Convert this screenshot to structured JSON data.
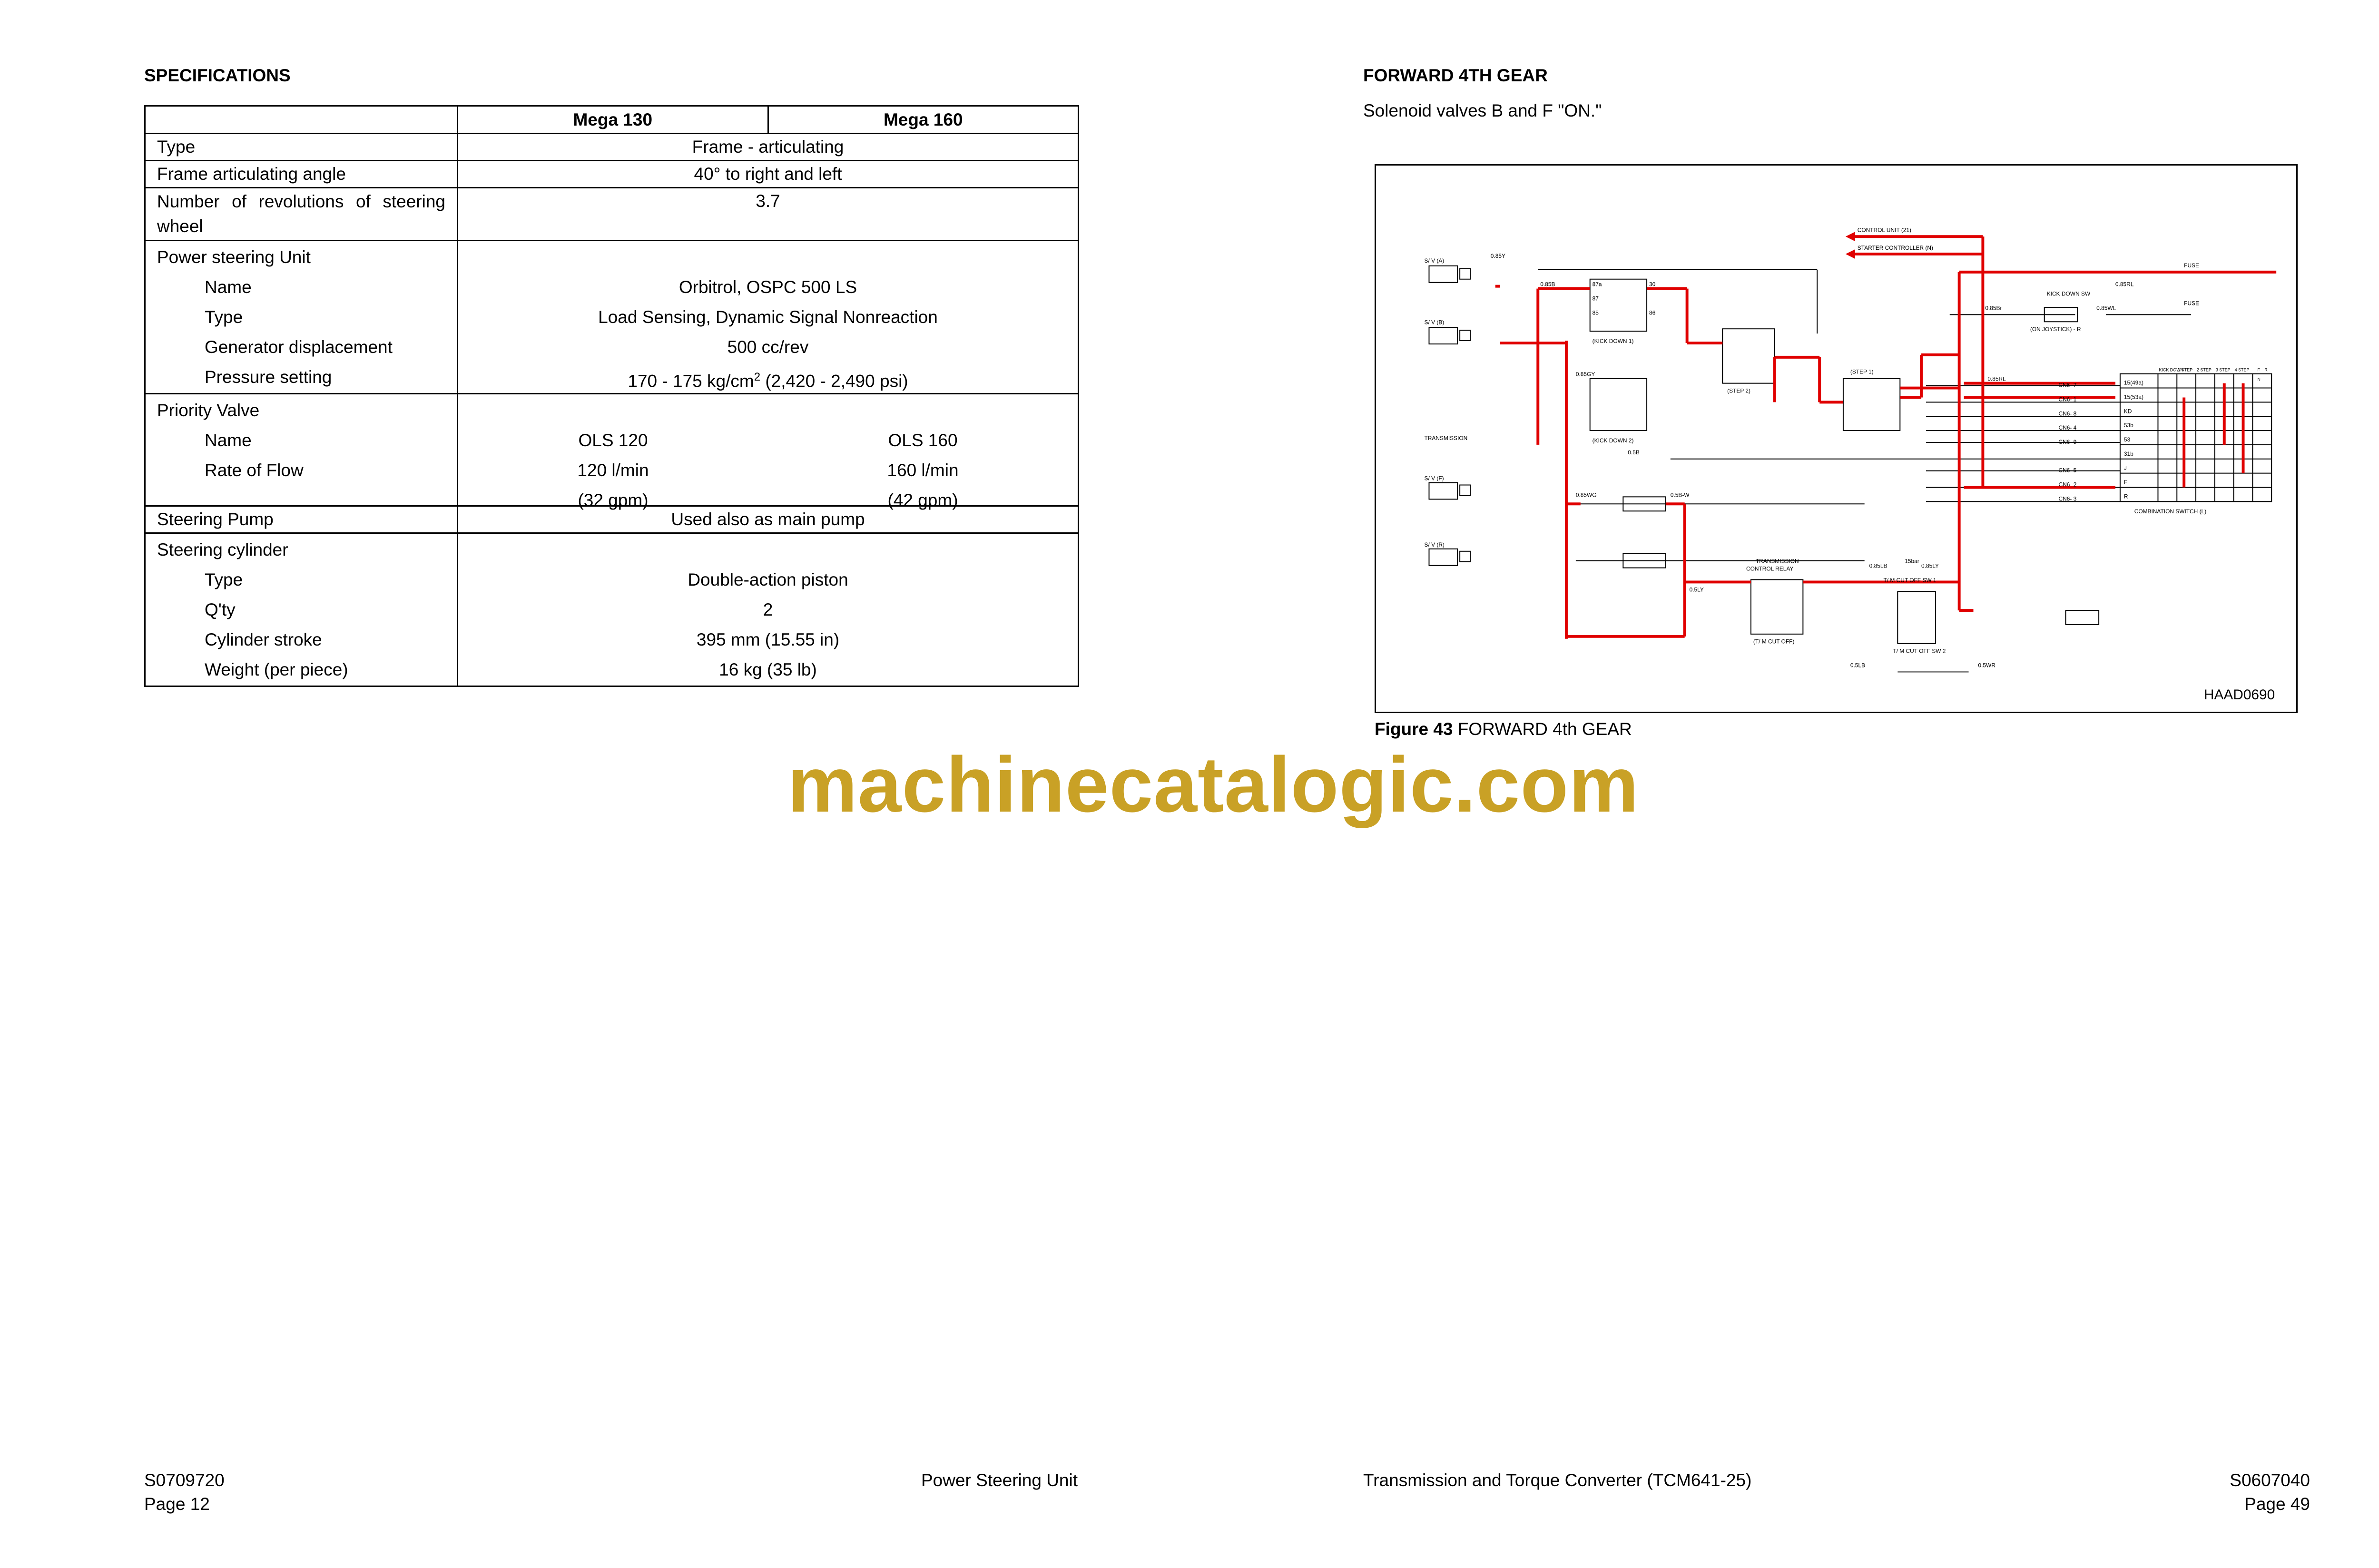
{
  "left_page": {
    "heading": "SPECIFICATIONS",
    "table": {
      "col1": "Mega 130",
      "col2": "Mega 160",
      "rows": {
        "type_label": "Type",
        "type_value": "Frame - articulating",
        "angle_label": "Frame articulating angle",
        "angle_value": "40° to right and left",
        "revs_label": "Number of revolutions of steering wheel",
        "revs_value": "3.7",
        "psu_label": "Power steering Unit",
        "psu_name_label": "Name",
        "psu_name_value": "Orbitrol, OSPC 500 LS",
        "psu_type_label": "Type",
        "psu_type_value": "Load Sensing, Dynamic Signal Nonreaction",
        "psu_disp_label": "Generator displacement",
        "psu_disp_value": "500 cc/rev",
        "psu_press_label": "Pressure setting",
        "psu_press_value_a": "170 - 175 kg/cm",
        "psu_press_sup": "2",
        "psu_press_value_b": " (2,420 - 2,490 psi)",
        "pv_label": "Priority Valve",
        "pv_name_label": "Name",
        "pv_name_130": "OLS 120",
        "pv_name_160": "OLS 160",
        "pv_flow_label": "Rate of Flow",
        "pv_flow_130": "120 l/min",
        "pv_flow_130b": "(32 gpm)",
        "pv_flow_160": "160 l/min",
        "pv_flow_160b": "(42 gpm)",
        "pump_label": "Steering Pump",
        "pump_value": "Used also as main pump",
        "cyl_label": "Steering cylinder",
        "cyl_type_label": "Type",
        "cyl_type_value": "Double-action piston",
        "cyl_qty_label": "Q'ty",
        "cyl_qty_value": "2",
        "cyl_stroke_label": "Cylinder stroke",
        "cyl_stroke_value": "395 mm (15.55 in)",
        "cyl_weight_label": "Weight (per piece)",
        "cyl_weight_value": "16 kg (35 lb)"
      }
    },
    "footer": {
      "code": "S0709720",
      "page": "Page 12",
      "section": "Power Steering Unit"
    }
  },
  "right_page": {
    "heading": "FORWARD 4TH GEAR",
    "subheading": "Solenoid valves B and F \"ON.\"",
    "figure_label": "Figure 43",
    "figure_title": " FORWARD 4th GEAR",
    "diagram_code": "HAAD0690",
    "diagram_labels": {
      "control_unit": "CONTROL UNIT (21)",
      "starter_controller": "STARTER CONTROLLER (N)",
      "fuse1": "FUSE",
      "fuse2": "FUSE",
      "kick_down_sw": "KICK DOWN SW",
      "on_joystick": "(ON JOYSTICK) - R",
      "sva": "S/ V (A)",
      "svb": "S/ V (B)",
      "svf": "S/ V (F)",
      "svr": "S/ V (R)",
      "kick_down_1": "(KICK DOWN 1)",
      "kick_down_2": "(KICK DOWN 2)",
      "step1": "(STEP 1)",
      "step2": "(STEP 2)",
      "transmission": "TRANSMISSION",
      "tcr1": "TRANSMISSION",
      "tcr2": "CONTROL RELAY",
      "tm_cut_off": "(T/ M CUT OFF)",
      "tm_sw1": "T/ M CUT OFF SW 1",
      "tm_sw2": "T/ M CUT OFF SW 2",
      "bar15": "15bar",
      "combination_switch": "COMBINATION SWITCH (L)",
      "wire_085rl": "0.85RL",
      "wire_085wl": "0.85WL",
      "wire_085br": "0.85Br",
      "wire_085y": "0.85Y",
      "wire_085b": "0.85B",
      "wire_05b": "0.5B",
      "wire_085wg": "0.85WG",
      "wire_05bw": "0.5B-W",
      "wire_05ly": "0.5LY",
      "wire_05lb": "0.5LB",
      "wire_05wr": "0.5WR",
      "wire_085ly": "0.85LY",
      "wire_085lb": "0.85LB",
      "wire_085rl2": "0.85RL",
      "wire_085gy": "0.85GY",
      "cn": [
        "CN6- 7",
        "CN6- 1",
        "CN6- 8",
        "CN6- 4",
        "CN6- 9",
        "CN6- 5",
        "CN6- 2",
        "CN6- 3"
      ],
      "sw_rows": [
        "15(49a)",
        "15(53a)",
        "KD",
        "53b",
        "53",
        "31b",
        "J",
        "F",
        "R"
      ],
      "sw_cols": [
        "KICK DOWN",
        "1 STEP",
        "2 STEP",
        "3 STEP",
        "4 STEP",
        "F",
        "N",
        "R"
      ],
      "relay_pins": [
        "87a",
        "87",
        "85",
        "30",
        "86"
      ]
    },
    "footer": {
      "section": "Transmission and Torque Converter (TCM641-25)",
      "code": "S0607040",
      "page": "Page 49"
    }
  },
  "watermark": "machinecatalogic.com",
  "colors": {
    "wire_active": "#e00000",
    "watermark": "#c9a126"
  }
}
